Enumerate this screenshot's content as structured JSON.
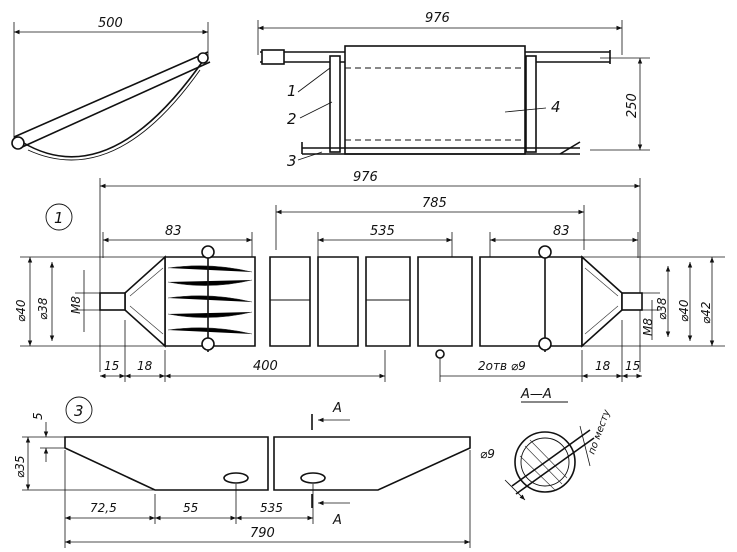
{
  "dims": {
    "top_left_width": "500",
    "top_length": "976",
    "top_height": "250",
    "mid_length": "976",
    "mid_785": "785",
    "mid_83_left": "83",
    "mid_535": "535",
    "mid_83_right": "83",
    "d40_left": "⌀40",
    "d38_left": "⌀38",
    "m8_left": "M8",
    "d38_right": "⌀38",
    "d40_right": "⌀40",
    "d42_right": "⌀42",
    "m8_right": "M8",
    "b15_left": "15",
    "b18_left": "18",
    "b400": "400",
    "holes": "2отв ⌀9",
    "b18_right": "18",
    "b15_right": "15",
    "s3_5": "5",
    "s3_d35": "⌀35",
    "s3_72_5": "72,5",
    "s3_55": "55",
    "s3_535": "535",
    "s3_790": "790",
    "sec_d9": "⌀9",
    "section_title": "А—А",
    "section_mark_top": "А",
    "section_mark_bottom": "А",
    "by_place": "по месту"
  },
  "callouts": {
    "c1": "1",
    "c2": "2",
    "c3": "3",
    "c4": "4",
    "view1": "1",
    "view3": "3"
  }
}
